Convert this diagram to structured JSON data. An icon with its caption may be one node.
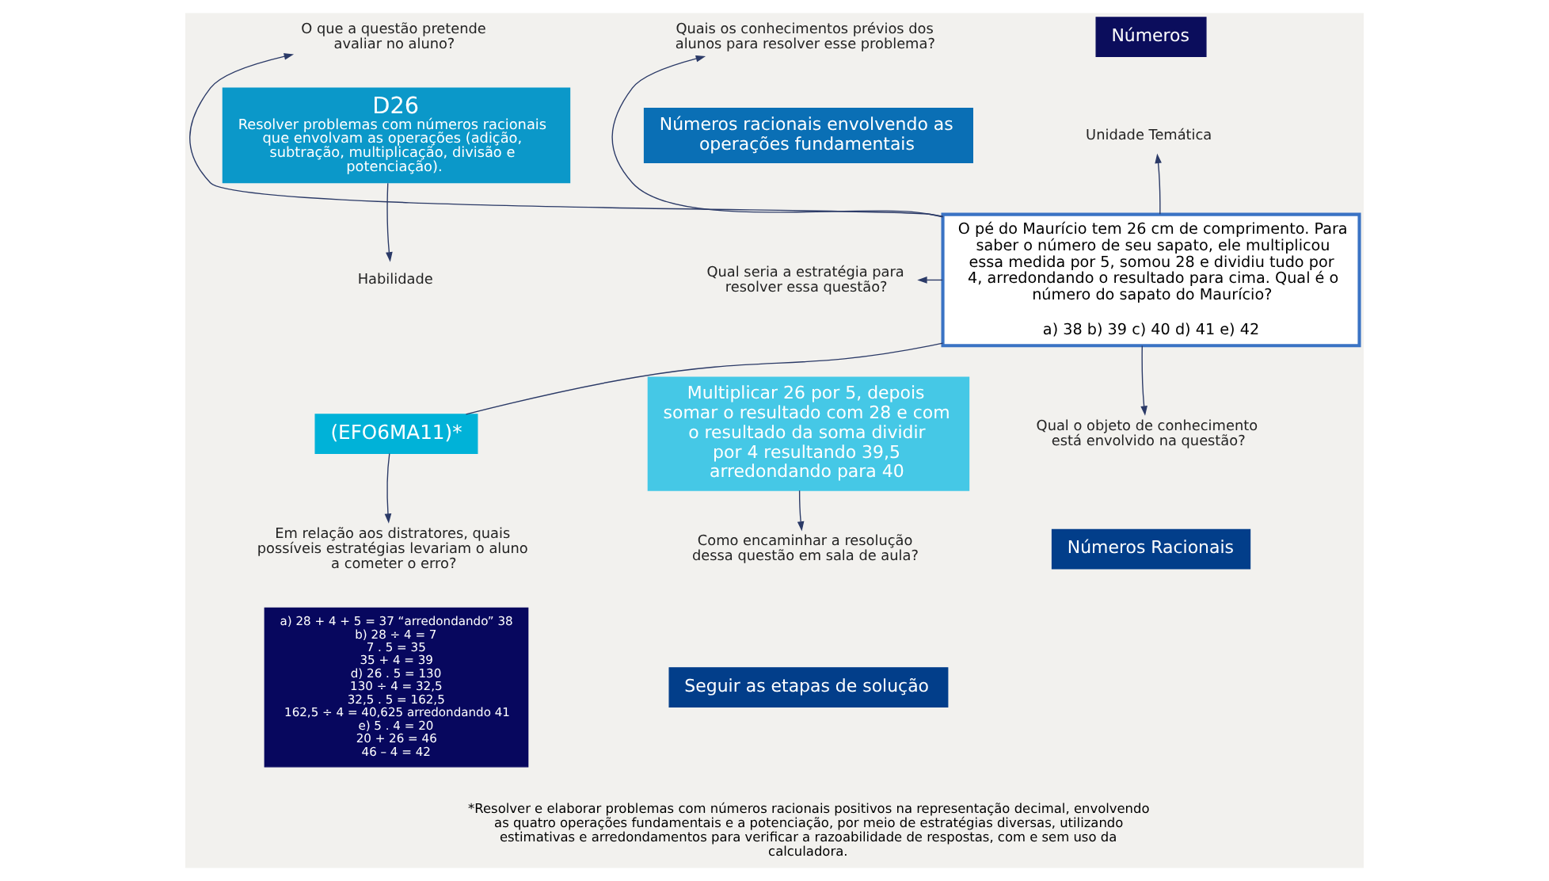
{
  "diagram": {
    "nodes": [
      {
        "text": [
          "O pé do Maurício tem 26 cm de comprimento. Para saber o número de seu sapato, ele multiplicou essa medida por 5, somou 28 e dividiu tudo por 4, arredondando o resultado para cima. Qual é o número do sapato do Maurício?",
          "a) 38 b) 39 c) 40 d) 41 e) 42"
        ]
      },
      {
        "text": [
          "Quais os conhecimentos prévios dos alunos para resolver esse problema?"
        ]
      },
      {
        "text": [
          "Números racionais envolvendo as operações fundamentais"
        ]
      },
      {
        "text": [
          "Números"
        ]
      },
      {
        "text": [
          "Unidade Temática"
        ]
      },
      {
        "text": [
          "O que a questão pretende avaliar no aluno?"
        ]
      },
      {
        "text": [
          "D26",
          "Resolver problemas com números racionais que envolvam as operações (adição, subtração, multiplicação, divisão e potenciação)."
        ]
      },
      {
        "text": [
          "Habilidade"
        ]
      },
      {
        "text": [
          "(EFO6MA11)*"
        ]
      },
      {
        "text": [
          "Em relação aos distratores, quais possíveis estratégias levariam o aluno a cometer o erro?"
        ]
      },
      {
        "text": [
          "a) 28 + 4 + 5 = 37 “arredondando” 38",
          "b) 28 ÷ 4 = 7",
          "7 . 5 = 35",
          "35 + 4 = 39",
          "d) 26 . 5 = 130",
          "130 ÷ 4 = 32,5",
          "32,5 . 5 = 162,5",
          "162,5 ÷ 4 = 40,625 arredondando 41",
          "e) 5 . 4 = 20",
          "20 + 26 = 46",
          "46 – 4 = 42"
        ]
      },
      {
        "text": [
          "Qual seria a estratégia para resolver essa questão?"
        ]
      },
      {
        "text": [
          "Multiplicar 26 por 5, depois somar o resultado com 28 e com o resultado da soma dividir por 4 resultando 39,5 arredondando para 40"
        ]
      },
      {
        "text": [
          "Como encaminhar a resolução dessa questão em sala de aula?"
        ]
      },
      {
        "text": [
          "Seguir as etapas de solução"
        ]
      },
      {
        "text": [
          "Qual o objeto de conhecimento está envolvido na questão?"
        ]
      },
      {
        "text": [
          "Números Racionais"
        ]
      }
    ],
    "edges": [
      {
        "from": 0,
        "to": 1,
        "arrow": "to"
      },
      {
        "from": 0,
        "to": 4,
        "arrow": "to"
      },
      {
        "from": 0,
        "to": 5,
        "arrow": "to"
      },
      {
        "from": 6,
        "to": 7,
        "arrow": "to"
      },
      {
        "from": 0,
        "to": 8,
        "arrow": "none"
      },
      {
        "from": 8,
        "to": 9,
        "arrow": "to"
      },
      {
        "from": 0,
        "to": 11,
        "arrow": "to"
      },
      {
        "from": 12,
        "to": 13,
        "arrow": "to"
      },
      {
        "from": 0,
        "to": 15,
        "arrow": "to"
      }
    ],
    "labels": [
      "*Resolver e elaborar problemas com números racionais positivos na representação decimal, envolvendo as quatro operações fundamentais e a potenciação, por meio de estratégias diversas, utilizando estimativas e arredondamentos para verificar a razoabilidade de respostas, com e sem uso da calculadora."
    ]
  }
}
